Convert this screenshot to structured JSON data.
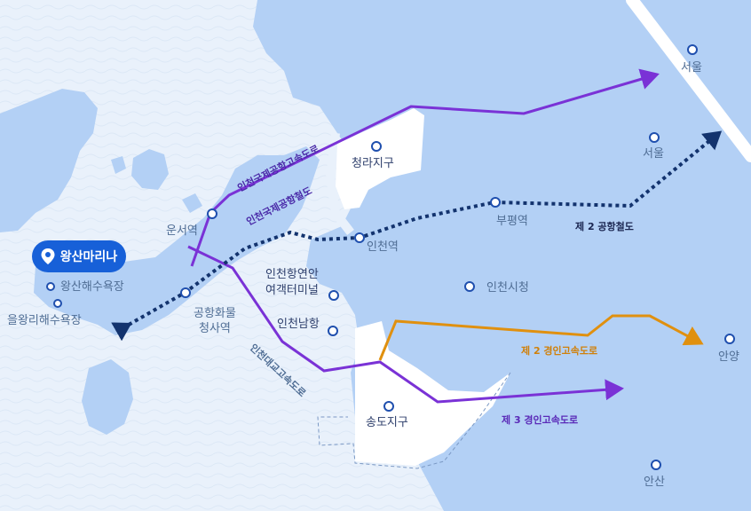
{
  "marina": {
    "label": "왕산마리나",
    "icon": "location-pin-icon"
  },
  "places": {
    "wangsan_beach": "왕산해수욕장",
    "eulwangri_beach": "을왕리해수욕장",
    "unseo": "운서역",
    "airport_cargo_1": "공항화물",
    "airport_cargo_2": "청사역",
    "cheongna": "청라지구",
    "incheon_station": "인천역",
    "ferry_1": "인천항연안",
    "ferry_2": "여객터미널",
    "incheon_south_port": "인천남항",
    "bupyeong": "부평역",
    "city_hall": "인천시청",
    "seoul_top": "서울",
    "seoul_mid": "서울",
    "anyang": "안양",
    "songdo": "송도지구",
    "ansan": "안산"
  },
  "routes": {
    "airport_expressway": "인천국제공항고속도로",
    "airport_railroad": "인천국제공항철도",
    "incheon_bridge": "인천대교고속도로",
    "second_airport_rail": "제 2 공항철도",
    "second_gyeongin": "제 2 경인고속도로",
    "third_gyeongin": "제 3 경인고속도로"
  },
  "colors": {
    "sea": "#e9f1fb",
    "land": "#b3d0f5",
    "development_zone": "#ffffff",
    "purple_route": "#7a32d6",
    "orange_route": "#e0900f",
    "rail_route": "#13336e",
    "pin_blue": "#1f4fae",
    "marina_blue": "#1760d8"
  }
}
